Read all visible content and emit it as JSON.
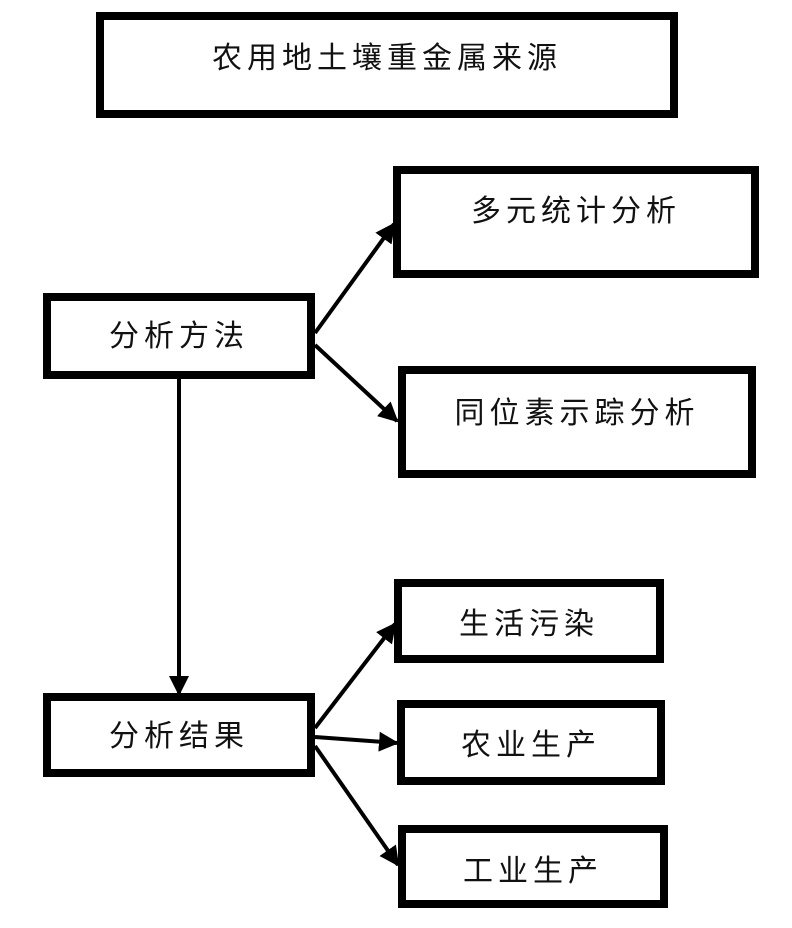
{
  "diagram": {
    "title": "农用地土壤重金属来源",
    "method": "分析方法",
    "methods": [
      "多元统计分析",
      "同位素示踪分析"
    ],
    "result": "分析结果",
    "sources": [
      "生活污染",
      "农业生产",
      "工业生产"
    ]
  }
}
